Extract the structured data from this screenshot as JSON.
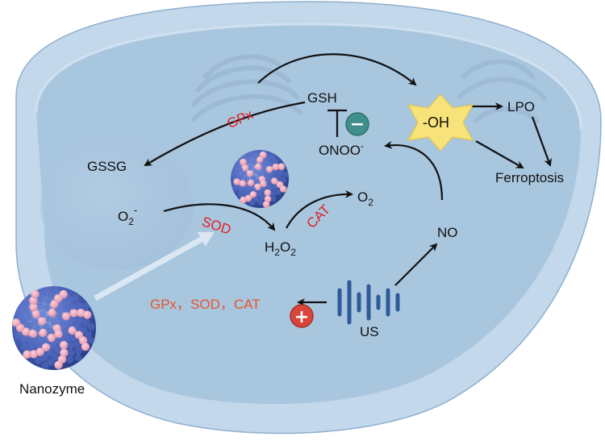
{
  "labels": {
    "gsh": "GSH",
    "gpx": "GPx",
    "gssg": "GSSG",
    "onoo": "ONOO",
    "onoo_charge": "-",
    "oh": "-OH",
    "lpo": "LPO",
    "ferroptosis": "Ferroptosis",
    "o2_super": "O",
    "o2_super_sub": "2",
    "o2_super_charge": "-",
    "sod": "SOD",
    "cat": "CAT",
    "o2": "O",
    "o2_sub": "2",
    "h2o2_h": "H",
    "h2o2_sub1": "2",
    "h2o2_o": "O",
    "h2o2_sub2": "2",
    "no": "NO",
    "us": "US",
    "enzymes": "GPx，SOD，CAT",
    "nanozyme": "Nanozyme"
  },
  "badges": {
    "minus": "−",
    "plus": "+"
  },
  "colors": {
    "cell": "#a9c6df",
    "enzyme_red": "#e02020",
    "enzyme_orange": "#e8552b",
    "minus_badge": "#3f8f8a",
    "plus_badge": "#d9453b",
    "star": "#f8e27a",
    "sound_wave": "#2f5a9a"
  }
}
